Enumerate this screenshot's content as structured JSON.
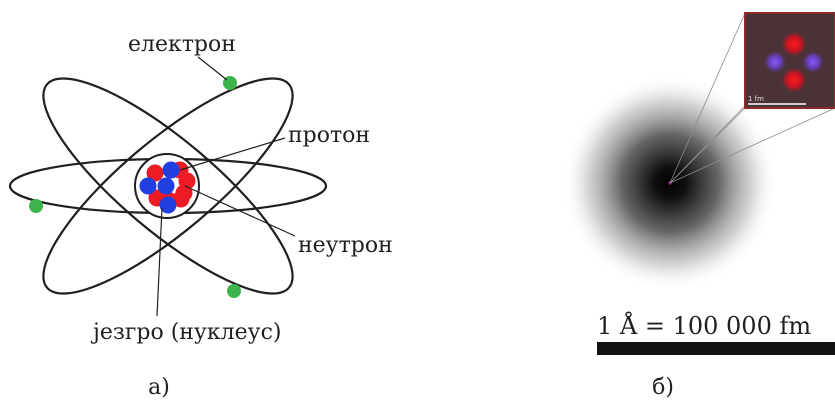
{
  "panel_a": {
    "labels": {
      "electron": "електрон",
      "proton": "протон",
      "neutron": "неутрон",
      "nucleus": "језгро (нуклеус)"
    },
    "caption": "а)",
    "colors": {
      "orbit": "#231f20",
      "electron": "#3cb44b",
      "proton": "#ed1c24",
      "neutron": "#1f3fe0"
    }
  },
  "panel_b": {
    "inset_scale_label": "1 fm",
    "scale_text": "1 Å = 100 000 fm",
    "caption": "б)",
    "colors": {
      "cloud": "#000000",
      "inset_bg": "#4a3337",
      "inset_border": "#8b2b2b",
      "proton": "#ff1a1a",
      "neutron": "#7a4cff"
    }
  }
}
